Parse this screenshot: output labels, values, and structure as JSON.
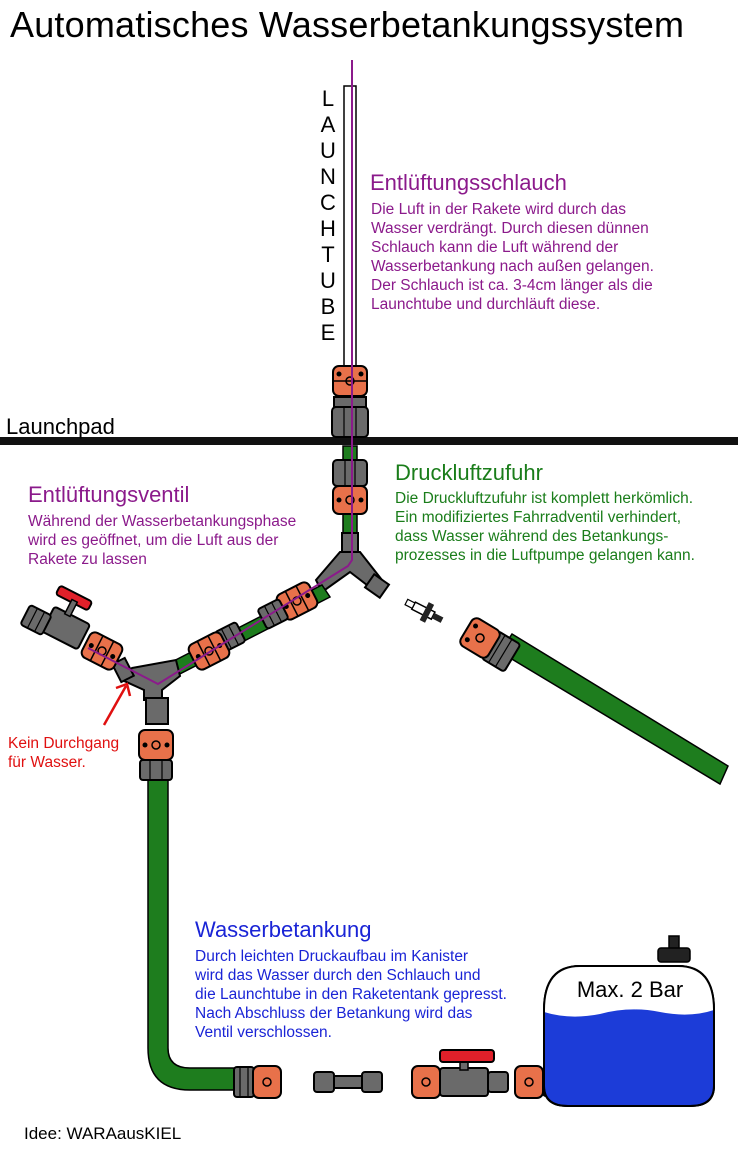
{
  "title": "Automatisches Wasserbetankungssystem",
  "launchtube_letters": [
    "L",
    "A",
    "U",
    "N",
    "C",
    "H",
    "T",
    "U",
    "B",
    "E"
  ],
  "launchpad_label": "Launchpad",
  "entlueftungsschlauch": {
    "heading": "Entlüftungsschlauch",
    "text": "Die Luft in der Rakete wird durch das\nWasser verdrängt. Durch diesen dünnen\nSchlauch kann die Luft während der\nWasserbetankung nach außen gelangen.\nDer Schlauch ist ca. 3-4cm länger als die\nLaunchtube und durchläuft diese."
  },
  "druckluftzufuhr": {
    "heading": "Druckluftzufuhr",
    "text": "Die Druckluftzufuhr ist komplett herkömlich.\nEin modifiziertes Fahrradventil verhindert,\ndass Wasser während des Betankungs-\nprozesses in die Luftpumpe gelangen kann."
  },
  "entlueftungsventil": {
    "heading": "Entlüftungsventil",
    "text": "Während der Wasserbetankungsphase\nwird es geöffnet, um die Luft aus der\nRakete zu lassen"
  },
  "kein_durchgang": "Kein Durchgang\nfür Wasser.",
  "wasserbetankung": {
    "heading": "Wasserbetankung",
    "text": "Durch leichten Druckaufbau im Kanister\nwird das Wasser durch den Schlauch und\ndie Launchtube in den Raketentank gepresst.\nNach Abschluss der Betankung wird das\nVentil verschlossen."
  },
  "tank_label": "Max. 2 Bar",
  "credit": "Idee: WARAausKIEL",
  "colors": {
    "hose_green": "#1e7d1e",
    "coupling_orange": "#e8714a",
    "fitting_grey": "#6a6a6a",
    "vent_purple": "#8b1a8b",
    "valve_red": "#e0202a",
    "water_blue": "#1c3cd8"
  }
}
